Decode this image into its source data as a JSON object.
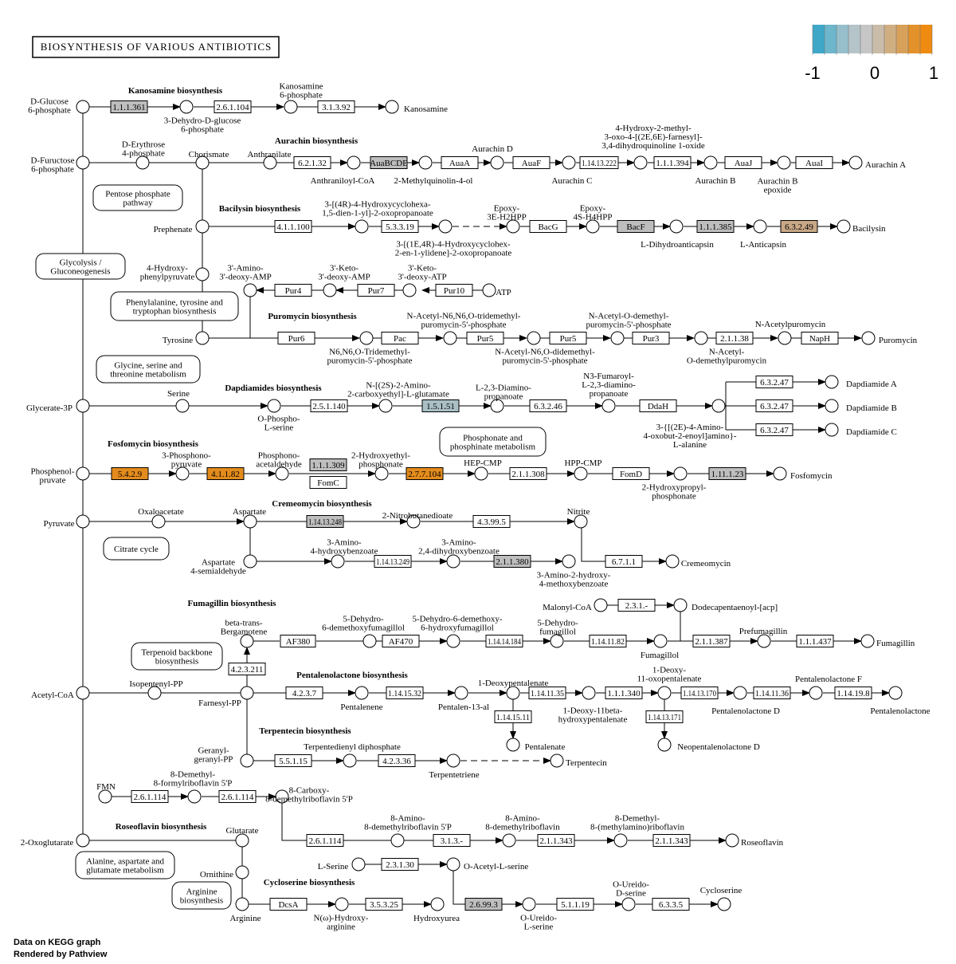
{
  "title": "BIOSYNTHESIS  OF  VARIOUS  ANTIBIOTICS",
  "legend": {
    "colors": [
      "#3fa8c8",
      "#6db6cc",
      "#96bfcb",
      "#b5c4c8",
      "#c6c6c6",
      "#c9bca9",
      "#cfaf82",
      "#d8a15a",
      "#e3912a",
      "#ee8b10"
    ],
    "labels": [
      "-1",
      "0",
      "1"
    ]
  },
  "footer": [
    "Data on KEGG graph",
    "Rendered by Pathview"
  ],
  "colors": {
    "default": "#ffffff",
    "grey": "#bebebe",
    "blue_grey": "#a9bfc4",
    "tan": "#c8a886",
    "orange": "#e38b1c"
  },
  "sections": [
    "Kanosamine biosynthesis",
    "Aurachin biosynthesis",
    "Bacilysin biosynthesis",
    "Puromycin biosynthesis",
    "Dapdiamides biosynthesis",
    "Fosfomycin biosynthesis",
    "Cremeomycin biosynthesis",
    "Fumagillin biosynthesis",
    "Pentalenolactone biosynthesis",
    "Terpentecin biosynthesis",
    "Roseoflavin biosynthesis",
    "Cycloserine biosynthesis"
  ],
  "maps": [
    "Pentose phosphate|pathway",
    "Glycolysis /|Gluconeogenesis",
    "Phenylalanine, tyrosine and|tryptophan biosynthesis",
    "Glycine, serine and|threonine metabolism",
    "Phosphonate and|phosphinate metabolism",
    "Citrate cycle",
    "Terpenoid backbone|biosynthesis",
    "Alanine, aspartate and|glutamate metabolism",
    "Arginine|biosynthesis"
  ],
  "enzymes": [
    "1.1.1.361",
    "2.6.1.104",
    "3.1.3.92",
    "6.2.1.32",
    "AuaBCDE",
    "AuaA",
    "AuaF",
    "1.14.13.222",
    "1.1.1.394",
    "AuaJ",
    "AuaI",
    "4.1.1.100",
    "5.3.3.19",
    "BacG",
    "BacF",
    "1.1.1.385",
    "6.3.2.49",
    "Pur4",
    "Pur7",
    "Pur10",
    "Pur6",
    "Pac",
    "Pur5",
    "Pur5",
    "Pur3",
    "2.1.1.38",
    "NapH",
    "2.5.1.140",
    "1.5.1.51",
    "6.3.2.46",
    "DdaH",
    "6.3.2.47",
    "6.3.2.47",
    "6.3.2.47",
    "5.4.2.9",
    "4.1.1.82",
    "1.1.1.309",
    "FomC",
    "2.7.7.104",
    "2.1.1.308",
    "FomD",
    "1.11.1.23",
    "1.14.13.248",
    "4.3.99.5",
    "1.14.13.249",
    "2.1.1.380",
    "6.7.1.1",
    "2.3.1.-",
    "AF380",
    "AF470",
    "1.14.14.184",
    "1.14.11.82",
    "2.1.1.387",
    "1.1.1.437",
    "4.2.3.211",
    "4.2.3.7",
    "1.14.15.32",
    "1.14.11.35",
    "1.1.1.340",
    "1.14.13.170",
    "1.14.11.36",
    "1.14.19.8",
    "1.14.15.11",
    "1.14.13.171",
    "5.5.1.15",
    "4.2.3.36",
    "2.6.1.114",
    "2.6.1.114",
    "2.6.1.114",
    "3.1.3.-",
    "2.1.1.343",
    "2.1.1.343",
    "2.3.1.30",
    "DcsA",
    "3.5.3.25",
    "2.6.99.3",
    "5.1.1.19",
    "6.3.3.5"
  ],
  "compounds": [
    "D-Glucose|6-phosphate",
    "3-Dehydro-D-glucose|6-phosphate",
    "Kanosamine|6-phosphate",
    "Kanosamine",
    "D-Fuructose|6-phosphate",
    "D-Erythrose|4-phosphate",
    "Chorismate",
    "Anthranilate",
    "Anthraniloyl-CoA",
    "2-Methylquinolin-4-ol",
    "Aurachin D",
    "Aurachin C",
    "4-Hydroxy-2-methyl-|3-oxo-4-[(2E,6E)-farnesyl]-|3,4-dihydroquinoline 1-oxide",
    "Aurachin B",
    "Aurachin B|epoxide",
    "Aurachin A",
    "Prephenate",
    "3-[(4R)-4-Hydroxycyclohexa-|1,5-dien-1-yl]-2-oxopropanoate",
    "3-[(1E,4R)-4-Hydroxycyclohex-|2-en-1-ylidene]-2-oxopropanoate",
    "Epoxy-|3E-H2HPP",
    "Epoxy-|4S-H4HPP",
    "L-Dihydroanticapsin",
    "L-Anticapsin",
    "Bacilysin",
    "4-Hydroxy-|phenylpyruvate",
    "3'-Amino-|3'-deoxy-AMP",
    "3'-Keto-|3'-deoxy-AMP",
    "3'-Keto-|3'-deoxy-ATP",
    "ATP",
    "Tyrosine",
    "N6,N6,O-Tridemethyl-|puromycin-5'-phosphate",
    "N-Acetyl-N6,N6,O-tridemethyl-|puromycin-5'-phosphate",
    "N-Acetyl-N6,O-didemethyl-|puromycin-5'-phosphate",
    "N-Acetyl-O-demethyl-|puromycin-5'-phosphate",
    "N-Acetyl-|O-demethylpuromycin",
    "N-Acetylpuromycin",
    "Puromycin",
    "Glycerate-3P",
    "Serine",
    "O-Phospho-|L-serine",
    "N-[(2S)-2-Amino-|2-carboxyethyl]-L-glutamate",
    "L-2,3-Diamino-|propanoate",
    "N3-Fumaroyl-|L-2,3-diamino-|propanoate",
    "3-{[(2E)-4-Amino-|4-oxobut-2-enoyl]amino}-|L-alanine",
    "Dapdiamide A",
    "Dapdiamide B",
    "Dapdiamide C",
    "Phosphenol-|pruvate",
    "3-Phosphono-|pyruvate",
    "Phosphono-|acetaldehyde",
    "2-Hydroxyethyl-|phosphonate",
    "HEP-CMP",
    "HPP-CMP",
    "2-Hydroxypropyl-|phosphonate",
    "Fosfomycin",
    "Pyruvate",
    "Oxaloacetate",
    "Aspartate",
    "2-Nitrobutanedioate",
    "Nitrite",
    "Aspartate|4-semialdehyde",
    "3-Amino-|4-hydroxybenzoate",
    "3-Amino-|2,4-dihydroxybenzoate",
    "3-Amino-2-hydroxy-|4-methoxybenzoate",
    "Cremeomycin",
    "Malonyl-CoA",
    "Dodecapentaenoyl-[acp]",
    "beta-trans-|Bergamotene",
    "5-Dehydro-|6-demethoxyfumagillol",
    "5-Dehydro-6-demethoxy-|6-hydroxyfumagillol",
    "5-Dehydro-|fumagillol",
    "Fumagillol",
    "Prefumagillin",
    "Fumagillin",
    "Acetyl-CoA",
    "Isopentenyl-PP",
    "Farnesyl-PP",
    "Pentalenene",
    "Pentalen-13-al",
    "1-Deoxypentalenate",
    "1-Deoxy-11beta-|hydroxypentalenate",
    "1-Deoxy-|11-oxopentalenate",
    "Pentalenolactone D",
    "Pentalenolactone F",
    "Pentalenolactone",
    "Pentalenate",
    "Neopentalenolactone D",
    "Geranyl-|geranyl-PP",
    "Terpentedienyl diphosphate",
    "Terpentetriene",
    "Terpentecin",
    "FMN",
    "8-Demethyl-|8-formylriboflavin 5'P",
    "8-Carboxy-|8-demethylriboflavin 5'P",
    "8-Amino-|8-demethylriboflavin 5'P",
    "8-Amino-|8-demethylriboflavin",
    "8-Demethyl-|8-(methylamino)riboflavin",
    "Roseoflavin",
    "2-Oxoglutarate",
    "Glutarate",
    "L-Serine",
    "O-Acetyl-L-serine",
    "Ornithine",
    "Arginine",
    "N(ω)-Hydroxy-|arginine",
    "Hydroxyurea",
    "O-Ureido-|L-serine",
    "O-Ureido-|D-serine",
    "Cycloserine"
  ]
}
